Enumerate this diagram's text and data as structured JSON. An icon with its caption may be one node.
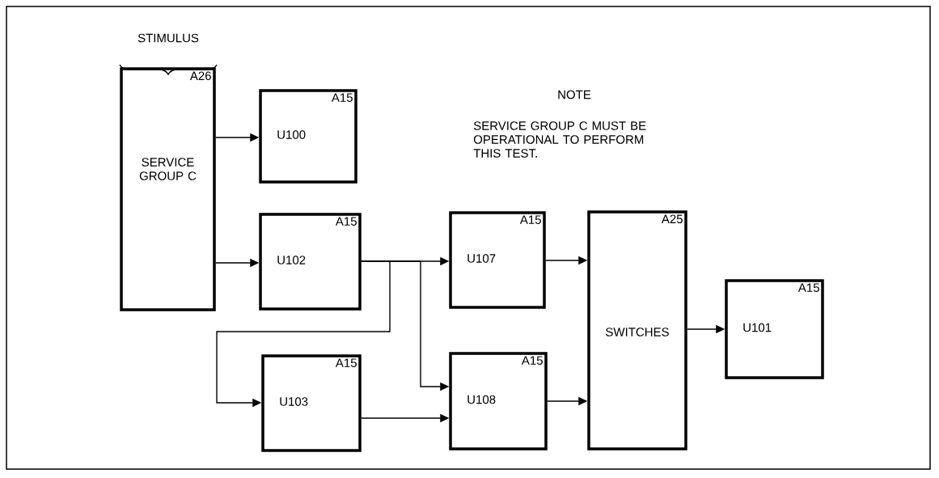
{
  "diagram": {
    "nodes": [
      {
        "text": [
          "A26",
          "SERVICE GROUP C"
        ]
      },
      {
        "text": [
          "A15",
          "U100"
        ]
      },
      {
        "text": [
          "A15",
          "U102"
        ]
      },
      {
        "text": [
          "A15",
          "U107"
        ]
      },
      {
        "text": [
          "A15",
          "U103"
        ]
      },
      {
        "text": [
          "A15",
          "U108"
        ]
      },
      {
        "text": [
          "A25",
          "SWITCHES"
        ]
      },
      {
        "text": [
          "A15",
          "U101"
        ]
      }
    ],
    "edges": [
      {
        "from": 0,
        "to": 1,
        "arrow": "to"
      },
      {
        "from": 0,
        "to": 2,
        "arrow": "to"
      },
      {
        "from": 2,
        "to": 3,
        "arrow": "to"
      },
      {
        "from": 2,
        "to": 4,
        "arrow": "to"
      },
      {
        "from": 2,
        "to": 5,
        "arrow": "to"
      },
      {
        "from": 4,
        "to": 5,
        "arrow": "to"
      },
      {
        "from": 3,
        "to": 6,
        "arrow": "to"
      },
      {
        "from": 5,
        "to": 6,
        "arrow": "to"
      },
      {
        "from": 6,
        "to": 7,
        "arrow": "to"
      }
    ],
    "labels": [
      "STIMULUS",
      "NOTE",
      "SERVICE GROUP C MUST BE OPERATIONAL TO PERFORM THIS TEST."
    ]
  }
}
